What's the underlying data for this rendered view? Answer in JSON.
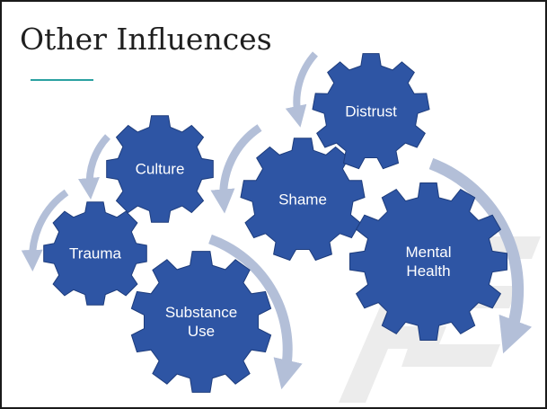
{
  "slide": {
    "title": "Other Influences",
    "watermark_text": "AE",
    "colors": {
      "gear_fill": "#2e55a4",
      "gear_stroke": "#1d3c7c",
      "arrow": "#b3bfd8",
      "accent_rule": "#2aa1a1",
      "label_text": "#ffffff",
      "watermark": "#ececec"
    }
  },
  "gears": {
    "trauma": {
      "label": "Trauma"
    },
    "culture": {
      "label": "Culture"
    },
    "substance_use": {
      "label": "Substance\nUse"
    },
    "shame": {
      "label": "Shame"
    },
    "distrust": {
      "label": "Distrust"
    },
    "mental_health": {
      "label": "Mental\nHealth"
    }
  }
}
